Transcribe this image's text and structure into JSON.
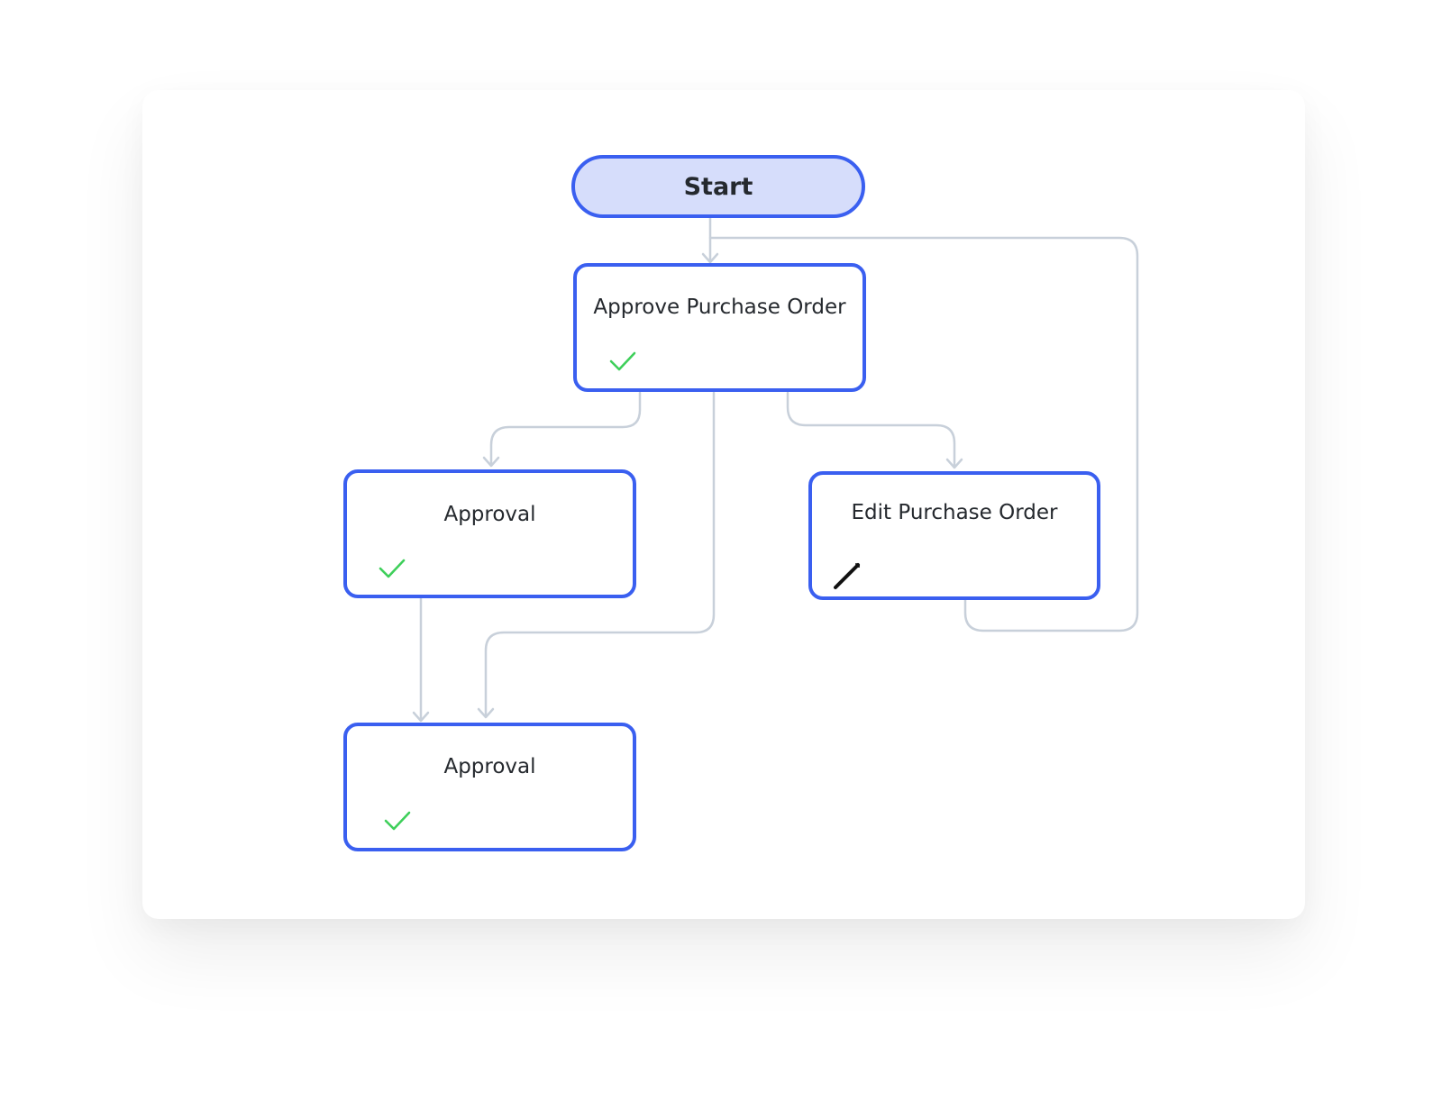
{
  "diagram": {
    "start": {
      "label": "Start"
    },
    "nodes": [
      {
        "label": "Approve Purchase Order",
        "status_icon": "check-icon"
      },
      {
        "label": "Approval",
        "status_icon": "check-icon"
      },
      {
        "label": "Edit Purchase Order",
        "status_icon": "pencil-icon"
      },
      {
        "label": "Approval",
        "status_icon": "check-icon"
      }
    ],
    "colors": {
      "node_border": "#3a5ff0",
      "start_fill": "#d6ddfb",
      "connector": "#c8d0da",
      "check": "#3ecf5a",
      "pencil": "#111111"
    }
  }
}
